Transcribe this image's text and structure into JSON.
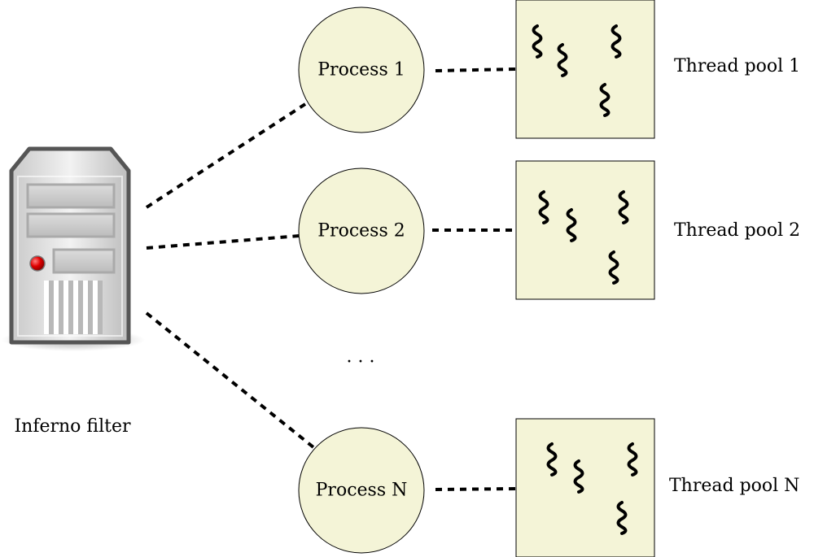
{
  "server": {
    "label": "Inferno filter",
    "icon": "server-icon",
    "indicator_color": "#e00000"
  },
  "processes": [
    {
      "label": "Process 1"
    },
    {
      "label": "Process 2"
    },
    {
      "label": "Process N"
    }
  ],
  "ellipsis": "· · ·",
  "thread_pools": [
    {
      "label": "Thread pool 1",
      "thread_count": 4
    },
    {
      "label": "Thread pool 2",
      "thread_count": 4
    },
    {
      "label": "Thread pool N",
      "thread_count": 4
    }
  ],
  "colors": {
    "fill": "#f4f4d7",
    "line": "#000000"
  }
}
